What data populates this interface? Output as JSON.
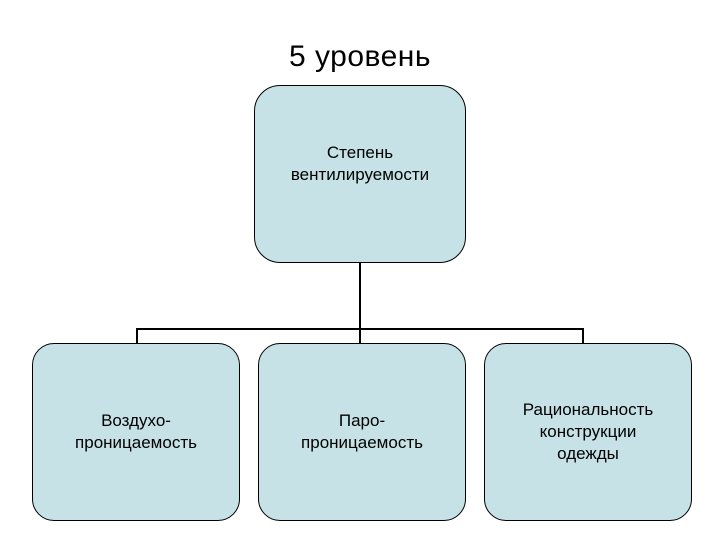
{
  "title": "5 уровень",
  "diagram": {
    "type": "tree",
    "root": {
      "label": "Степень\nвентилируемости"
    },
    "children": [
      {
        "label": "Воздухо-\nпроницаемость"
      },
      {
        "label": "Паро-\nпроницаемость"
      },
      {
        "label": "Рациональность\nконструкции\nодежды"
      }
    ],
    "colors": {
      "node_fill": "#c6e2e6",
      "node_border": "#000000",
      "connector": "#000000",
      "text": "#000000",
      "background": "#ffffff"
    }
  }
}
